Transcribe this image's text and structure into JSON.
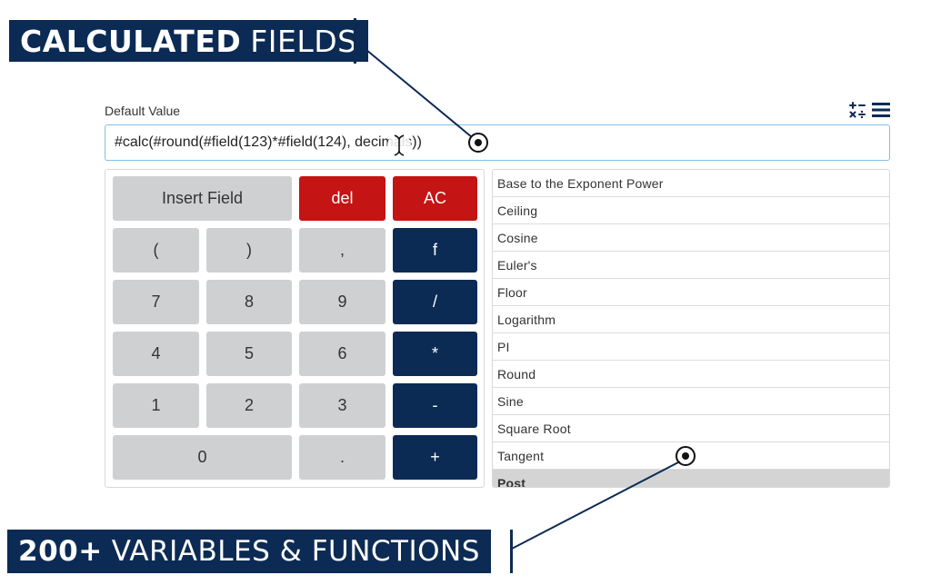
{
  "banners": {
    "top": {
      "bold": "CALCULATED",
      "light": "FIELDS"
    },
    "bottom": {
      "bold": "200+",
      "light": "VARIABLES & FUNCTIONS"
    }
  },
  "colors": {
    "navy": "#0c2b54",
    "red": "#c41414",
    "key_gray": "#cfd0d2",
    "input_border": "#85bde6"
  },
  "field": {
    "label": "Default Value",
    "value": "#calc(#round(#field(123)*#field(124), decimals))",
    "toolbar_icons": [
      "calculator-operators-icon",
      "hamburger-menu-icon"
    ]
  },
  "keypad": {
    "keys": [
      {
        "id": "insert-field",
        "label": "Insert Field"
      },
      {
        "id": "del",
        "label": "del"
      },
      {
        "id": "ac",
        "label": "AC"
      },
      {
        "id": "open-paren",
        "label": "("
      },
      {
        "id": "close-paren",
        "label": ")"
      },
      {
        "id": "comma",
        "label": ","
      },
      {
        "id": "f",
        "label": "f"
      },
      {
        "id": "7",
        "label": "7"
      },
      {
        "id": "8",
        "label": "8"
      },
      {
        "id": "9",
        "label": "9"
      },
      {
        "id": "divide",
        "label": "/"
      },
      {
        "id": "4",
        "label": "4"
      },
      {
        "id": "5",
        "label": "5"
      },
      {
        "id": "6",
        "label": "6"
      },
      {
        "id": "multiply",
        "label": "*"
      },
      {
        "id": "1",
        "label": "1"
      },
      {
        "id": "2",
        "label": "2"
      },
      {
        "id": "3",
        "label": "3"
      },
      {
        "id": "minus",
        "label": "-"
      },
      {
        "id": "0",
        "label": "0"
      },
      {
        "id": "dot",
        "label": "."
      },
      {
        "id": "plus",
        "label": "+"
      }
    ]
  },
  "functions": {
    "items": [
      "Base to the Exponent Power",
      "Ceiling",
      "Cosine",
      "Euler's",
      "Floor",
      "Logarithm",
      "PI",
      "Round",
      "Sine",
      "Square Root",
      "Tangent"
    ],
    "section_header": "Post"
  }
}
